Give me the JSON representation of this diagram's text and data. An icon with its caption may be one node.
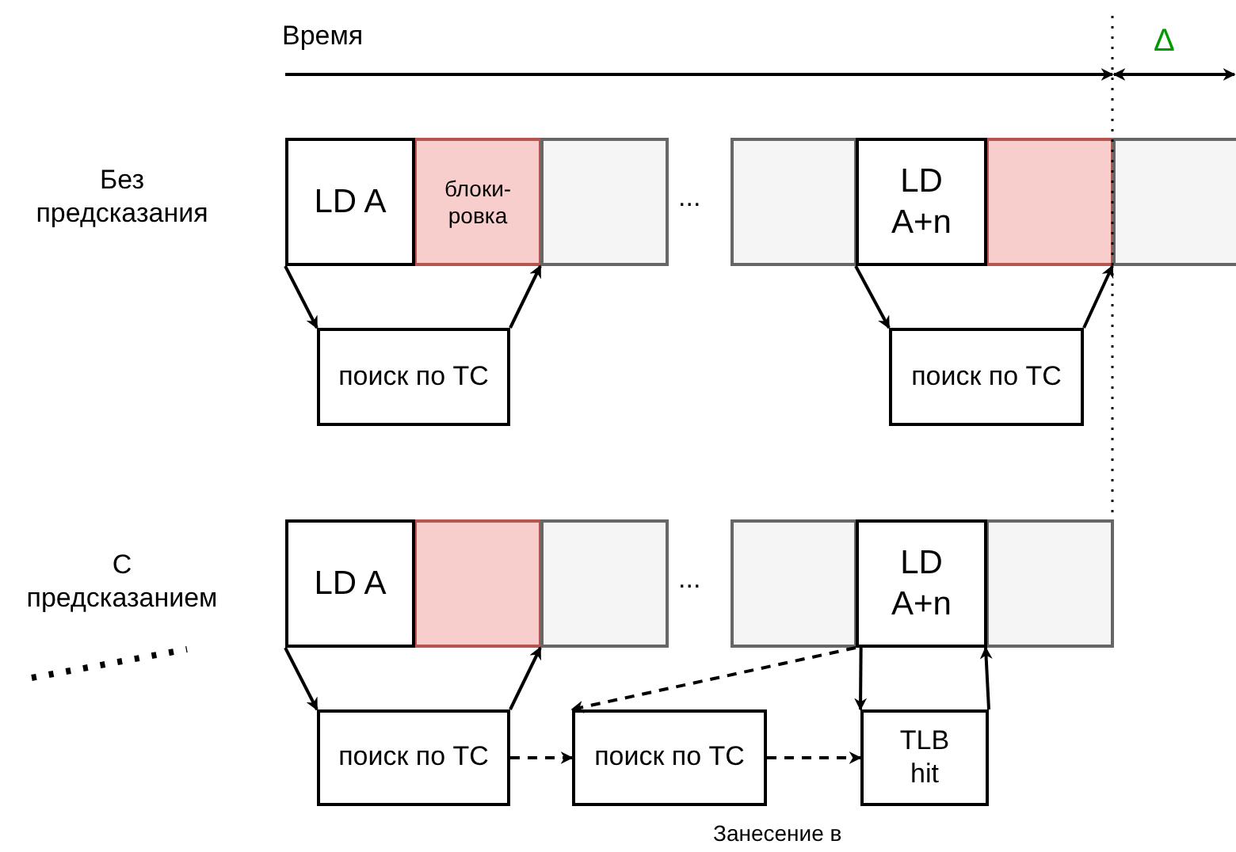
{
  "diagram": {
    "nodes": [
      {
        "text": [
          "LD A"
        ]
      },
      {
        "text": [
          "блоки- ровка"
        ]
      },
      {
        "text": [],
        "shape": "box"
      },
      {
        "text": [],
        "shape": "box"
      },
      {
        "text": [
          "LD A+n"
        ]
      },
      {
        "text": [],
        "shape": "box"
      },
      {
        "text": [],
        "shape": "box"
      },
      {
        "text": [
          "поиск по ТС"
        ]
      },
      {
        "text": [
          "поиск по ТС"
        ]
      },
      {
        "text": [
          "LD A"
        ]
      },
      {
        "text": [],
        "shape": "box"
      },
      {
        "text": [],
        "shape": "box"
      },
      {
        "text": [],
        "shape": "box"
      },
      {
        "text": [
          "LD A+n"
        ]
      },
      {
        "text": [],
        "shape": "box"
      },
      {
        "text": [
          "поиск по ТС"
        ]
      },
      {
        "text": [
          "поиск по ТС"
        ]
      },
      {
        "text": [
          "TLB hit"
        ]
      }
    ],
    "edges": [
      {
        "from": 0,
        "to": 7,
        "arrow": "to"
      },
      {
        "from": 7,
        "to": 2,
        "arrow": "to"
      },
      {
        "from": 4,
        "to": 8,
        "arrow": "to"
      },
      {
        "from": 8,
        "to": 6,
        "arrow": "to"
      },
      {
        "from": 9,
        "to": 15,
        "arrow": "to"
      },
      {
        "from": 15,
        "to": 11,
        "arrow": "to"
      },
      {
        "from": 15,
        "to": 16,
        "arrow": "to",
        "style": "dashed"
      },
      {
        "from": 16,
        "to": 17,
        "arrow": "to",
        "style": "dashed"
      },
      {
        "from": 13,
        "to": 16,
        "arrow": "to",
        "style": "dashed"
      },
      {
        "from": 13,
        "to": 17,
        "arrow": "to"
      },
      {
        "from": 17,
        "to": 14,
        "arrow": "to"
      }
    ],
    "labels": [
      "Время",
      "Δ",
      "Без предсказания",
      "...",
      "С предсказанием",
      "...",
      "Занесение в"
    ]
  }
}
